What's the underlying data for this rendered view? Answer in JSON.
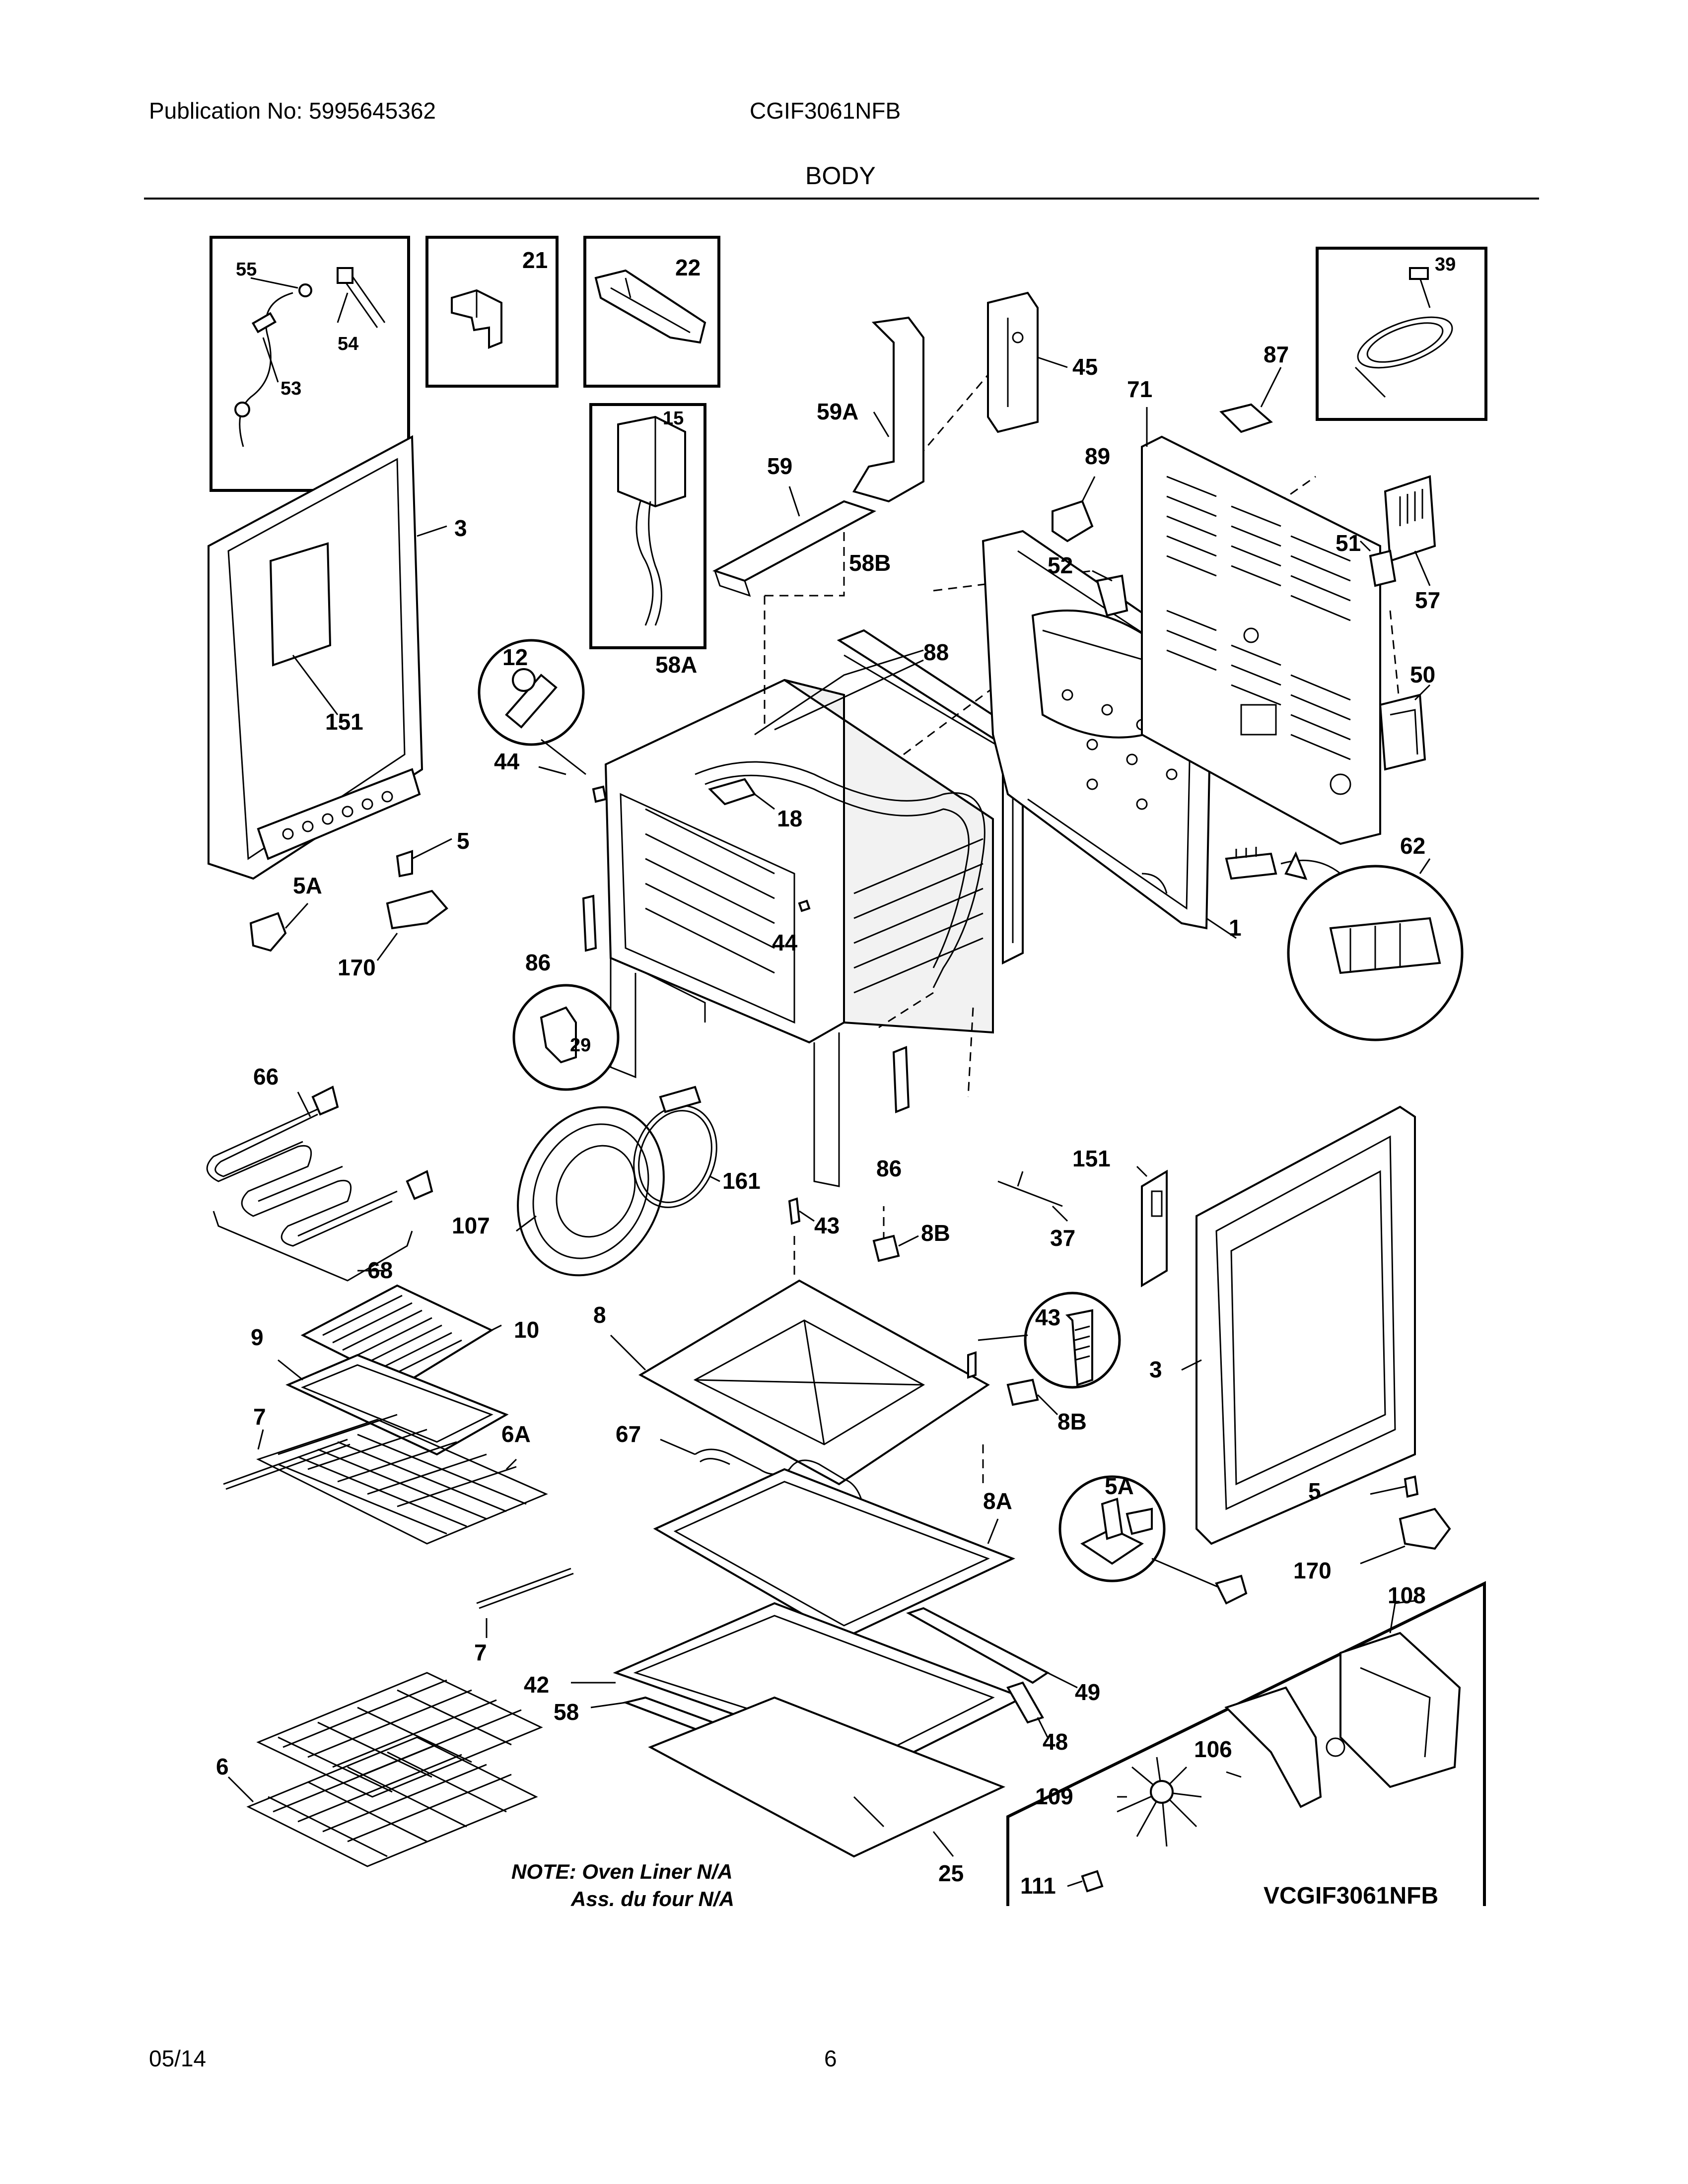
{
  "header": {
    "publication": "Publication No: 5995645362",
    "model": "CGIF3061NFB",
    "section_title": "BODY"
  },
  "footer": {
    "date": "05/14",
    "page_number": "6"
  },
  "note": {
    "line1": "NOTE: Oven Liner N/A",
    "line2": "Ass. du four N/A"
  },
  "inset_model": "VCGIF3061NFB",
  "part_labels": {
    "p55": "55",
    "p54": "54",
    "p53": "53",
    "p21": "21",
    "p22": "22",
    "p15": "15",
    "p39": "39",
    "p45": "45",
    "p87": "87",
    "p71": "71",
    "p59A": "59A",
    "p59": "59",
    "p89": "89",
    "p3_top": "3",
    "p58B": "58B",
    "p52": "52",
    "p51": "51",
    "p57": "57",
    "p12": "12",
    "p58A": "58A",
    "p88": "88",
    "p50": "50",
    "p151_left": "151",
    "p44_a": "44",
    "p18": "18",
    "p5_left": "5",
    "p62": "62",
    "p5A_left": "5A",
    "p1": "1",
    "p170_left": "170",
    "p86_a": "86",
    "p44_b": "44",
    "p29": "29",
    "p66": "66",
    "p161": "161",
    "p86_b": "86",
    "p151_right": "151",
    "p107": "107",
    "p43_a": "43",
    "p8B_a": "8B",
    "p37": "37",
    "p68": "68",
    "p43_circ": "43",
    "p9": "9",
    "p10": "10",
    "p8": "8",
    "p3_right": "3",
    "p8B_b": "8B",
    "p7_a": "7",
    "p6A": "6A",
    "p67": "67",
    "p5A_right": "5A",
    "p5_right": "5",
    "p8A": "8A",
    "p170_right": "170",
    "p7_b": "7",
    "p108": "108",
    "p42": "42",
    "p49": "49",
    "p58": "58",
    "p48": "48",
    "p106": "106",
    "p6": "6",
    "p109": "109",
    "p25": "25",
    "p111": "111"
  }
}
